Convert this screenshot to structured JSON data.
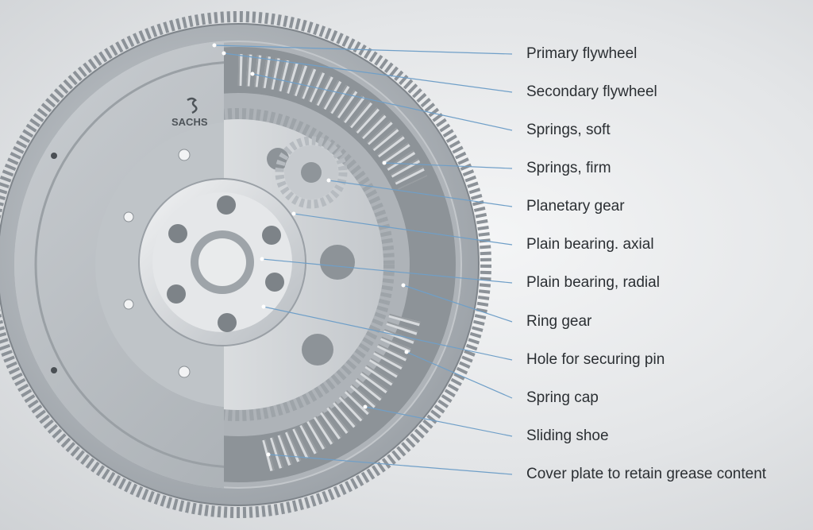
{
  "brand": {
    "logo_text": "SACHS"
  },
  "colors": {
    "leader_line": "#6f9fc8",
    "metal_light": "#dfe2e5",
    "metal_mid": "#b9bec3",
    "metal_dark": "#7c8288"
  },
  "labels": [
    {
      "id": "primary-flywheel",
      "text": "Primary flywheel"
    },
    {
      "id": "secondary-flywheel",
      "text": "Secondary flywheel"
    },
    {
      "id": "springs-soft",
      "text": "Springs, soft"
    },
    {
      "id": "springs-firm",
      "text": "Springs, firm"
    },
    {
      "id": "planetary-gear",
      "text": "Planetary gear"
    },
    {
      "id": "plain-bearing-axial",
      "text": "Plain bearing. axial"
    },
    {
      "id": "plain-bearing-radial",
      "text": "Plain bearing, radial"
    },
    {
      "id": "ring-gear",
      "text": "Ring gear"
    },
    {
      "id": "hole-securing-pin",
      "text": "Hole for securing pin"
    },
    {
      "id": "spring-cap",
      "text": "Spring cap"
    },
    {
      "id": "sliding-shoe",
      "text": "Sliding shoe"
    },
    {
      "id": "cover-plate",
      "text": "Cover plate to retain grease content"
    }
  ]
}
